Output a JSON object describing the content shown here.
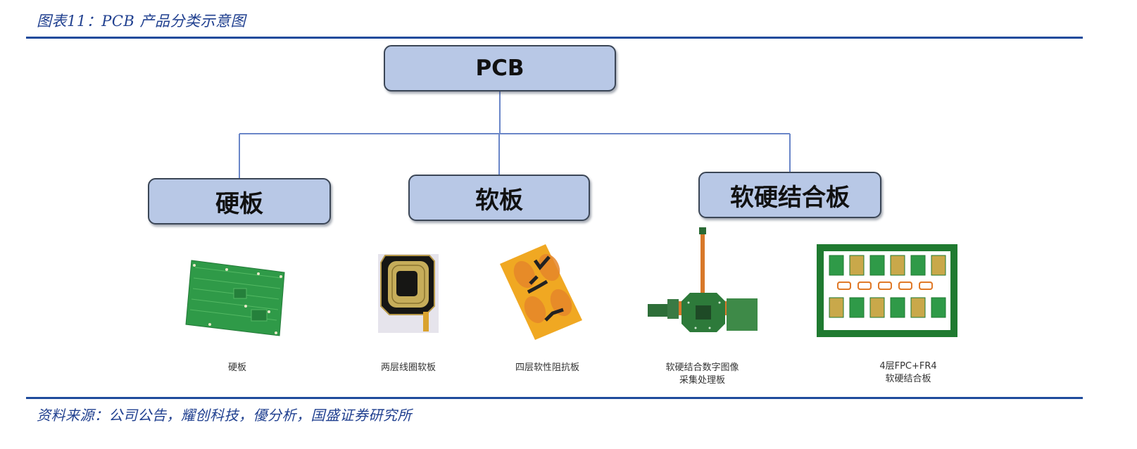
{
  "caption": "图表11：PCB 产品分类示意图",
  "source": "资料来源：公司公告，耀创科技，優分析，国盛证券研究所",
  "colors": {
    "accent_rule": "#1f4b9c",
    "caption_text": "#1f3f8f",
    "box_fill": "#b8c8e6",
    "box_border": "#3b4656",
    "connector": "#6a86c8"
  },
  "tree": {
    "root": "PCB",
    "children": [
      {
        "label": "硬板"
      },
      {
        "label": "软板"
      },
      {
        "label": "软硬结合板"
      }
    ]
  },
  "examples": [
    {
      "category": "硬板",
      "image": "green-rigid-pcb",
      "label": "硬板"
    },
    {
      "category": "软板",
      "image": "two-layer-coil-flex-board",
      "label": "两层线圈软板"
    },
    {
      "category": "软板",
      "image": "four-layer-flex-impedance-board",
      "label": "四层软性阻抗板"
    },
    {
      "category": "软硬结合板",
      "image": "rigid-flex-image-processing-board",
      "label": "软硬结合数字图像\n采集处理板"
    },
    {
      "category": "软硬结合板",
      "image": "4-layer-fpc-fr4-panel",
      "label": "4层FPC+FR4\n软硬结合板"
    }
  ]
}
